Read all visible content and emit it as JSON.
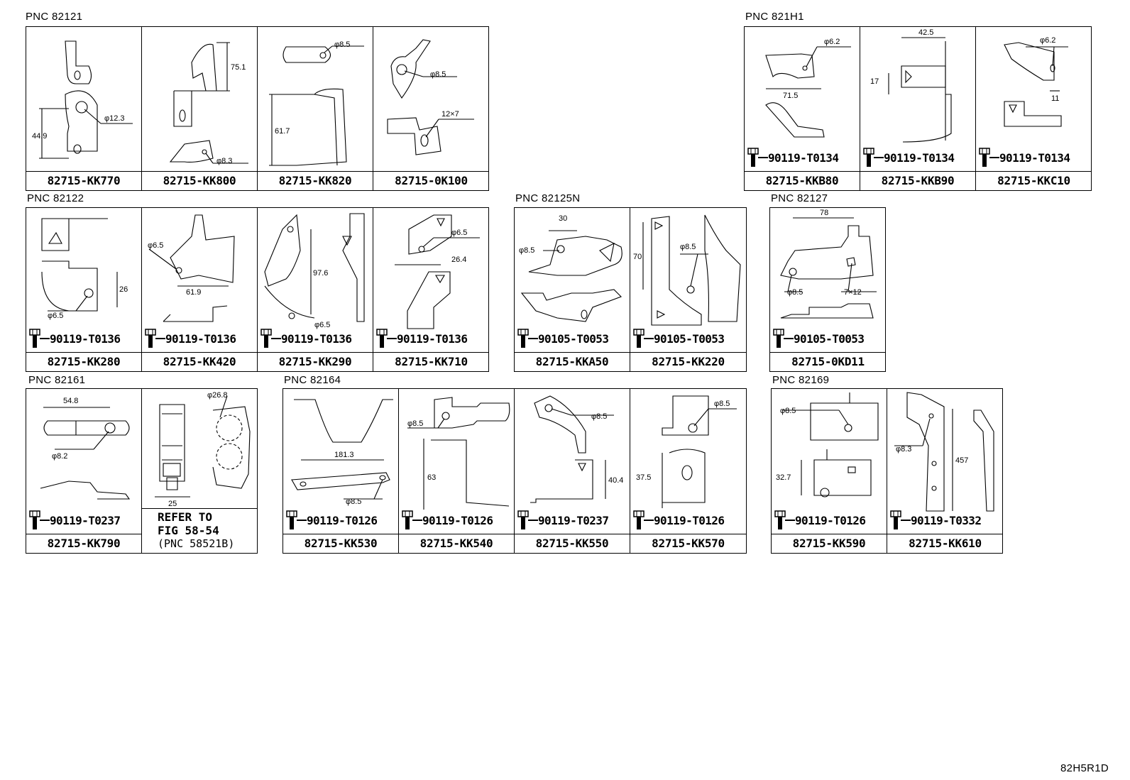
{
  "groups": [
    {
      "pnc": "PNC 82121",
      "parts": [
        {
          "part_no": "82715-KK770",
          "drawing": "bracket-a",
          "dims": [
            "44.9",
            "φ12.3"
          ]
        },
        {
          "part_no": "82715-KK800",
          "drawing": "bracket-b",
          "dims": [
            "75.1",
            "φ8.3"
          ]
        },
        {
          "part_no": "82715-KK820",
          "drawing": "bracket-c",
          "dims": [
            "φ8.5",
            "61.7"
          ]
        },
        {
          "part_no": "82715-0K100",
          "drawing": "bracket-d",
          "dims": [
            "φ8.5",
            "12×7"
          ]
        }
      ]
    },
    {
      "pnc": "PNC 821H1",
      "parts": [
        {
          "part_no": "82715-KKB80",
          "bolt": "90119-T0134",
          "drawing": "bracket-e",
          "dims": [
            "φ6.2",
            "71.5"
          ]
        },
        {
          "part_no": "82715-KKB90",
          "bolt": "90119-T0134",
          "drawing": "bracket-f",
          "dims": [
            "42.5",
            "17"
          ]
        },
        {
          "part_no": "82715-KKC10",
          "bolt": "90119-T0134",
          "drawing": "bracket-g",
          "dims": [
            "φ6.2",
            "11"
          ]
        }
      ]
    },
    {
      "pnc": "PNC 82122",
      "parts": [
        {
          "part_no": "82715-KK280",
          "bolt": "90119-T0136",
          "drawing": "bracket-h",
          "dims": [
            "26",
            "φ6.5"
          ]
        },
        {
          "part_no": "82715-KK420",
          "bolt": "90119-T0136",
          "drawing": "bracket-i",
          "dims": [
            "φ6.5",
            "61.9"
          ]
        },
        {
          "part_no": "82715-KK290",
          "bolt": "90119-T0136",
          "drawing": "bracket-j",
          "dims": [
            "97.6",
            "φ6.5"
          ]
        },
        {
          "part_no": "82715-KK710",
          "bolt": "90119-T0136",
          "drawing": "bracket-k",
          "dims": [
            "φ6.5",
            "26.4"
          ]
        }
      ]
    },
    {
      "pnc": "PNC 82125N",
      "parts": [
        {
          "part_no": "82715-KKA50",
          "bolt": "90105-T0053",
          "drawing": "bracket-l",
          "dims": [
            "30",
            "φ8.5"
          ]
        },
        {
          "part_no": "82715-KK220",
          "bolt": "90105-T0053",
          "drawing": "bracket-m",
          "dims": [
            "70",
            "φ8.5"
          ]
        }
      ]
    },
    {
      "pnc": "PNC 82127",
      "parts": [
        {
          "part_no": "82715-0KD11",
          "bolt": "90105-T0053",
          "drawing": "bracket-n",
          "dims": [
            "78",
            "φ8.5",
            "7×12"
          ]
        }
      ]
    },
    {
      "pnc": "PNC 82161",
      "parts": [
        {
          "part_no": "82715-KK790",
          "bolt": "90119-T0237",
          "drawing": "bracket-o",
          "dims": [
            "54.8",
            "φ8.2"
          ]
        }
      ],
      "reference": {
        "drawing": "clamp",
        "dims": [
          "φ26.8",
          "25"
        ],
        "line1": "REFER TO",
        "line2": "FIG 58-54",
        "line3": "(PNC 58521B)"
      }
    },
    {
      "pnc": "PNC 82164",
      "parts": [
        {
          "part_no": "82715-KK530",
          "bolt": "90119-T0126",
          "drawing": "bracket-p",
          "dims": [
            "181.3",
            "φ8.5"
          ]
        },
        {
          "part_no": "82715-KK540",
          "bolt": "90119-T0126",
          "drawing": "bracket-q",
          "dims": [
            "φ8.5",
            "63"
          ]
        },
        {
          "part_no": "82715-KK550",
          "bolt": "90119-T0237",
          "drawing": "bracket-r",
          "dims": [
            "φ8.5",
            "40.4"
          ]
        },
        {
          "part_no": "82715-KK570",
          "bolt": "90119-T0126",
          "drawing": "bracket-s",
          "dims": [
            "φ8.5",
            "37.5"
          ]
        }
      ]
    },
    {
      "pnc": "PNC 82169",
      "parts": [
        {
          "part_no": "82715-KK590",
          "bolt": "90119-T0126",
          "drawing": "bracket-t",
          "dims": [
            "φ8.5",
            "32.7"
          ]
        },
        {
          "part_no": "82715-KK610",
          "bolt": "90119-T0332",
          "drawing": "bracket-u",
          "dims": [
            "φ8.3",
            "457"
          ]
        }
      ]
    }
  ],
  "footer_code": "82H5R1D"
}
